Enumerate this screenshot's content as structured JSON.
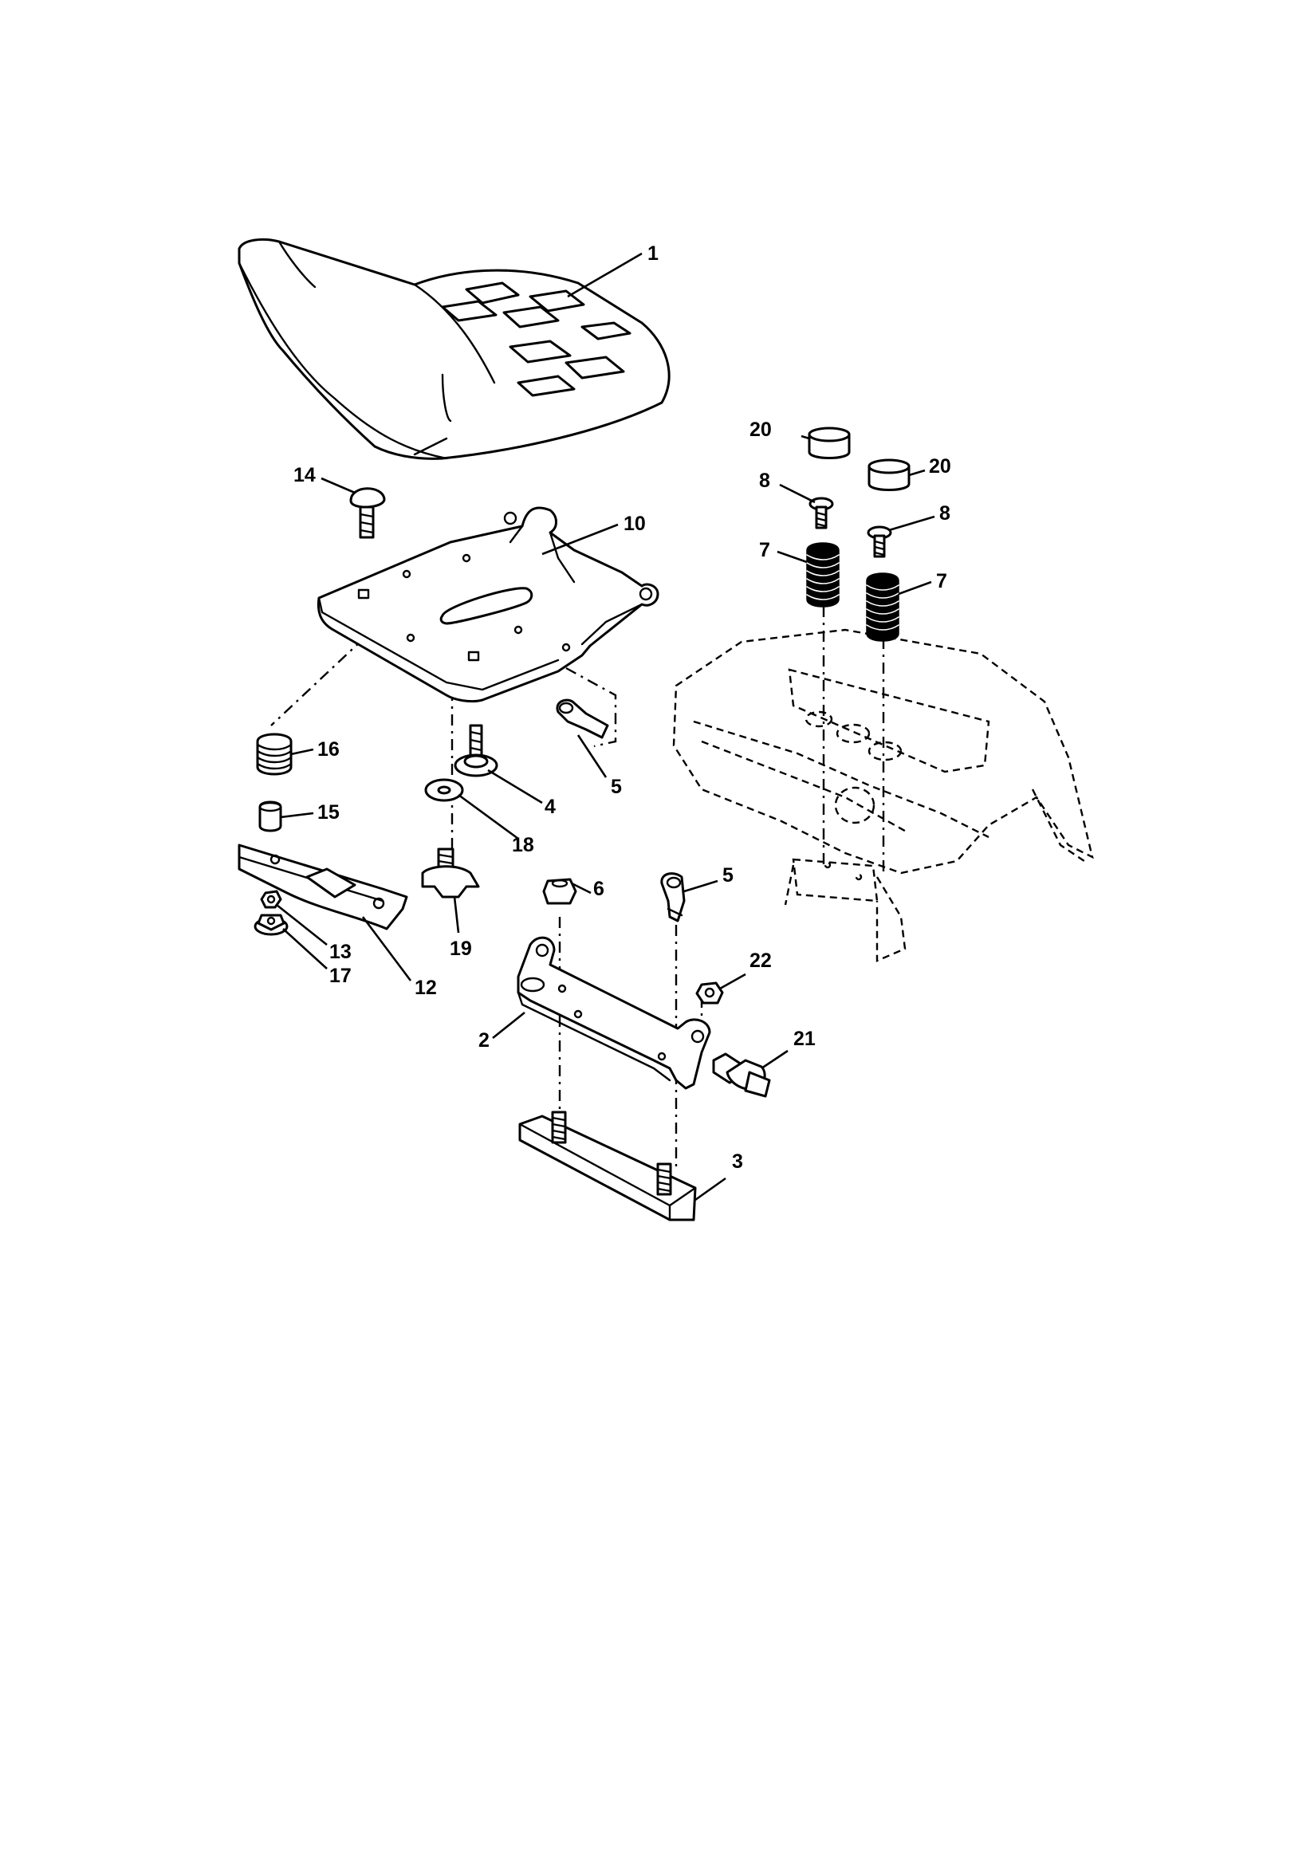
{
  "diagram": {
    "callouts": [
      {
        "id": "c1",
        "text": "1"
      },
      {
        "id": "c2",
        "text": "2"
      },
      {
        "id": "c3",
        "text": "3"
      },
      {
        "id": "c4",
        "text": "4"
      },
      {
        "id": "c5a",
        "text": "5"
      },
      {
        "id": "c5b",
        "text": "5"
      },
      {
        "id": "c6",
        "text": "6"
      },
      {
        "id": "c7a",
        "text": "7"
      },
      {
        "id": "c7b",
        "text": "7"
      },
      {
        "id": "c8a",
        "text": "8"
      },
      {
        "id": "c8b",
        "text": "8"
      },
      {
        "id": "c10",
        "text": "10"
      },
      {
        "id": "c12",
        "text": "12"
      },
      {
        "id": "c13",
        "text": "13"
      },
      {
        "id": "c14",
        "text": "14"
      },
      {
        "id": "c15",
        "text": "15"
      },
      {
        "id": "c16",
        "text": "16"
      },
      {
        "id": "c17",
        "text": "17"
      },
      {
        "id": "c18",
        "text": "18"
      },
      {
        "id": "c19",
        "text": "19"
      },
      {
        "id": "c20a",
        "text": "20"
      },
      {
        "id": "c20b",
        "text": "20"
      },
      {
        "id": "c21",
        "text": "21"
      },
      {
        "id": "c22",
        "text": "22"
      }
    ]
  }
}
